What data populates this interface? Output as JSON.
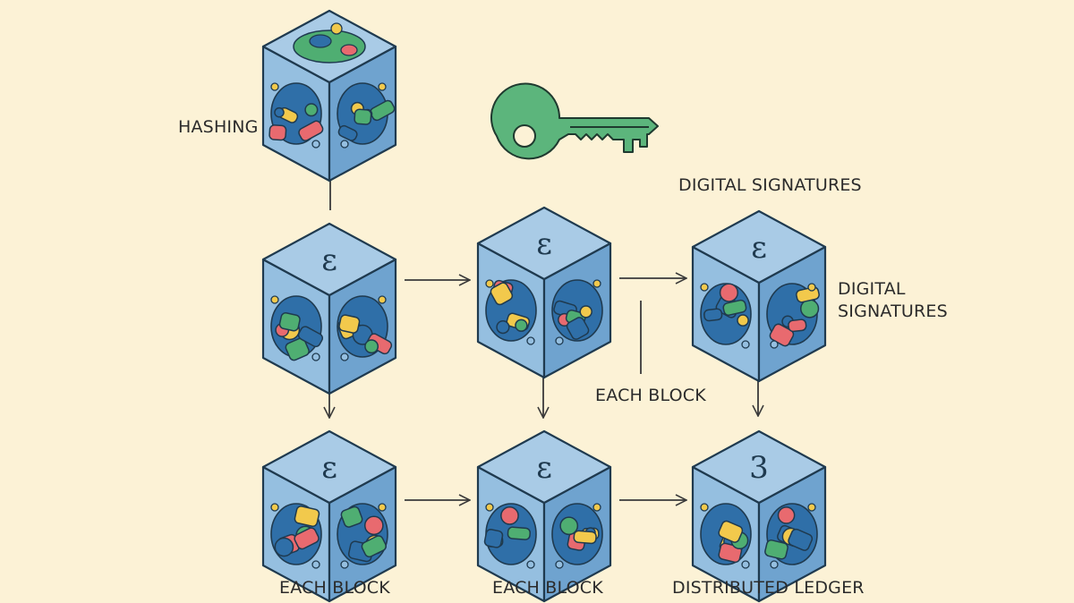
{
  "title": "Blockchain concepts diagram",
  "colors": {
    "background": "#fcf2d6",
    "cube_top": "#a9cbe6",
    "cube_left": "#95bfe0",
    "cube_right": "#6fa3cf",
    "outline": "#1f3a4f",
    "arrow": "#3a3a3a",
    "key": "#5cb57c",
    "shape_red": "#e86a6f",
    "shape_green": "#4fae72",
    "shape_yellow": "#f2c94c",
    "shape_blue": "#2f6fa8"
  },
  "labels": {
    "hashing": "HASHING",
    "digital_signatures_top": "DIGITAL SIGNATURES",
    "digital_signatures_side_1": "DIGITAL",
    "digital_signatures_side_2": "SIGNATURES",
    "each_block_middle": "EACH BLOCK",
    "each_block_bottom_left": "EACH BLOCK",
    "each_block_bottom_middle": "EACH BLOCK",
    "distributed_ledger": "DISTRIBUTED LEDGER"
  },
  "cubes": [
    {
      "id": "hashing-cube",
      "glyph": ""
    },
    {
      "id": "block-cube-1",
      "glyph": "ε"
    },
    {
      "id": "block-cube-2",
      "glyph": "ε"
    },
    {
      "id": "signature-cube",
      "glyph": "ε"
    },
    {
      "id": "block-cube-4",
      "glyph": "ε"
    },
    {
      "id": "block-cube-5",
      "glyph": "ε"
    },
    {
      "id": "ledger-cube",
      "glyph": "3"
    }
  ],
  "icons": {
    "key": "key-icon"
  }
}
